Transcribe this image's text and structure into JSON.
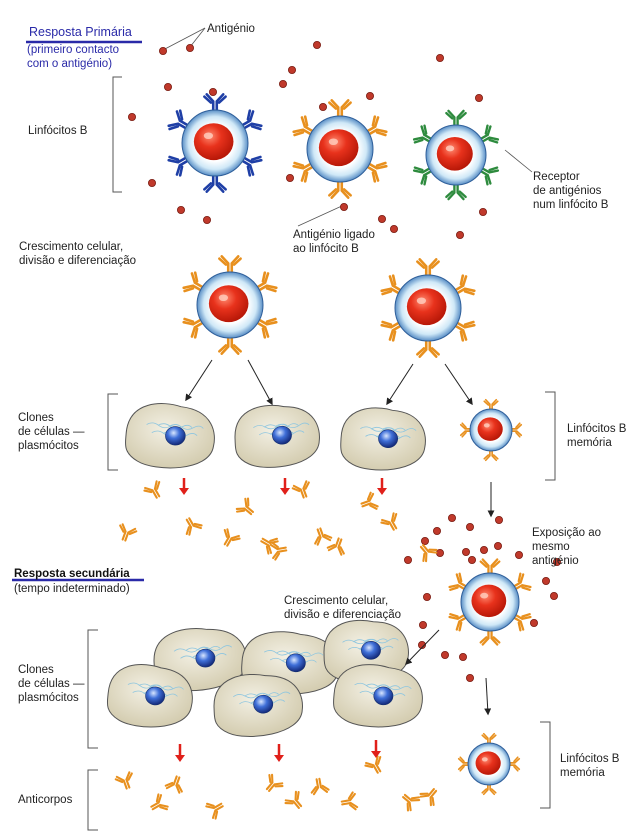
{
  "colors": {
    "antigen": "#c0392b",
    "receptor_orange": "#e8901e",
    "receptor_blue": "#1f3fa6",
    "receptor_green": "#2e8b3e",
    "nucleus": "#e02a1a",
    "cell_ring": "#bfe0f4",
    "plasma_cell": "#e9e4d3",
    "arrow_red": "#e0201a",
    "arrow_black": "#222222",
    "title_underline": "#2a2aa8"
  },
  "labels": {
    "primary_title": "Resposta Primária",
    "primary_subtitle": "(primeiro contacto\ncom o antigénio)",
    "antigen": "Antigénio",
    "b_lymphocytes": "Linfócitos B",
    "receptor": "Receptor\nde antigénios\nnum linfócito B",
    "antigen_bound": "Antigénio ligado\nao linfócito B",
    "growth_left": "Crescimento celular,\ndivisão e diferenciação",
    "clones_top": "Clones\nde células —\nplasmócitos",
    "memory_top": "Linfócitos B\nmemória",
    "exposure": "Exposição ao mesmo\nantigénio",
    "secondary_title": "Resposta secundária",
    "secondary_subtitle": "(tempo indeterminado)",
    "growth_right": "Crescimento celular,\ndivisão e diferenciação",
    "clones_bottom": "Clones\nde células —\nplasmócitos",
    "antibodies": "Anticorpos",
    "memory_bottom": "Linfócitos B\nmemória"
  }
}
